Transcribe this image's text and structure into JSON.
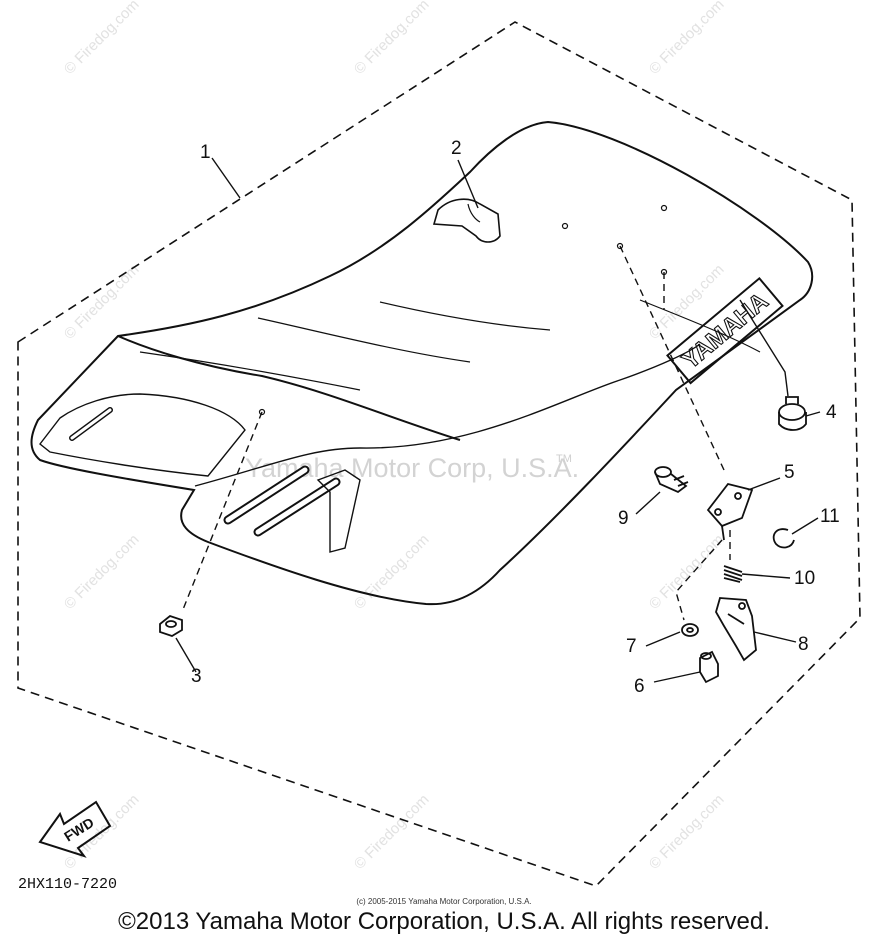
{
  "diagram": {
    "callouts": [
      "1",
      "2",
      "3",
      "4",
      "5",
      "6",
      "7",
      "8",
      "9",
      "10",
      "11"
    ],
    "seat_logo": "YAMAHA",
    "arrow_label": "FWD",
    "part_code": "2HX110-7220",
    "watermark": "© Firedog.com",
    "watermark_center": "Yamaha Motor Corp, U.S.A.",
    "watermark_tm": "TM"
  },
  "footer": {
    "small_copyright": "(c) 2005-2015 Yamaha Motor Corporation, U.S.A.",
    "main_copyright": "©2013 Yamaha Motor Corporation, U.S.A. All rights reserved."
  }
}
